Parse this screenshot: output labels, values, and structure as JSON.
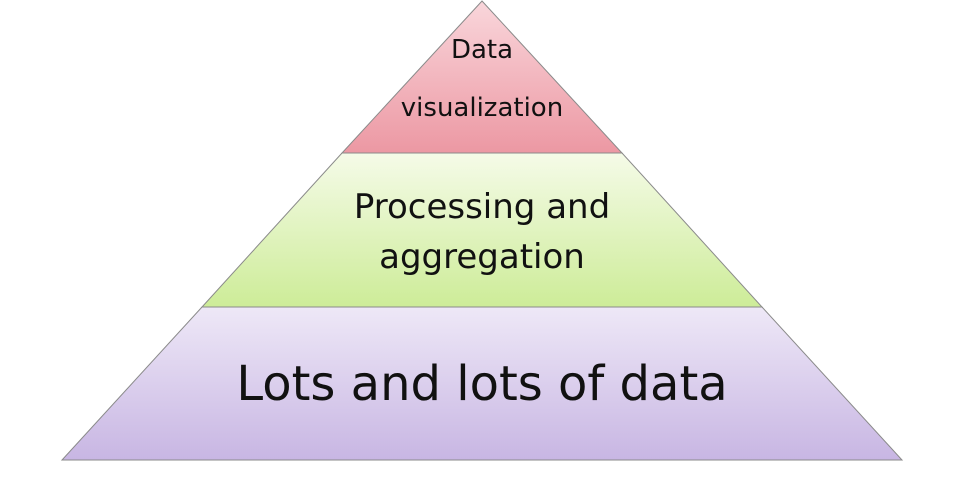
{
  "diagram": {
    "type": "pyramid",
    "tiers": [
      {
        "lines": [
          "Data",
          "visualization"
        ],
        "color_top": "#f9d6db",
        "color_bottom": "#ec98a3"
      },
      {
        "lines": [
          "Processing and",
          "aggregation"
        ],
        "color_top": "#f5fbe8",
        "color_bottom": "#cdec98"
      },
      {
        "lines": [
          "Lots and lots of data"
        ],
        "color_top": "#eee8f7",
        "color_bottom": "#c8b6e3"
      }
    ],
    "outline_color": "#8a8a8a"
  }
}
